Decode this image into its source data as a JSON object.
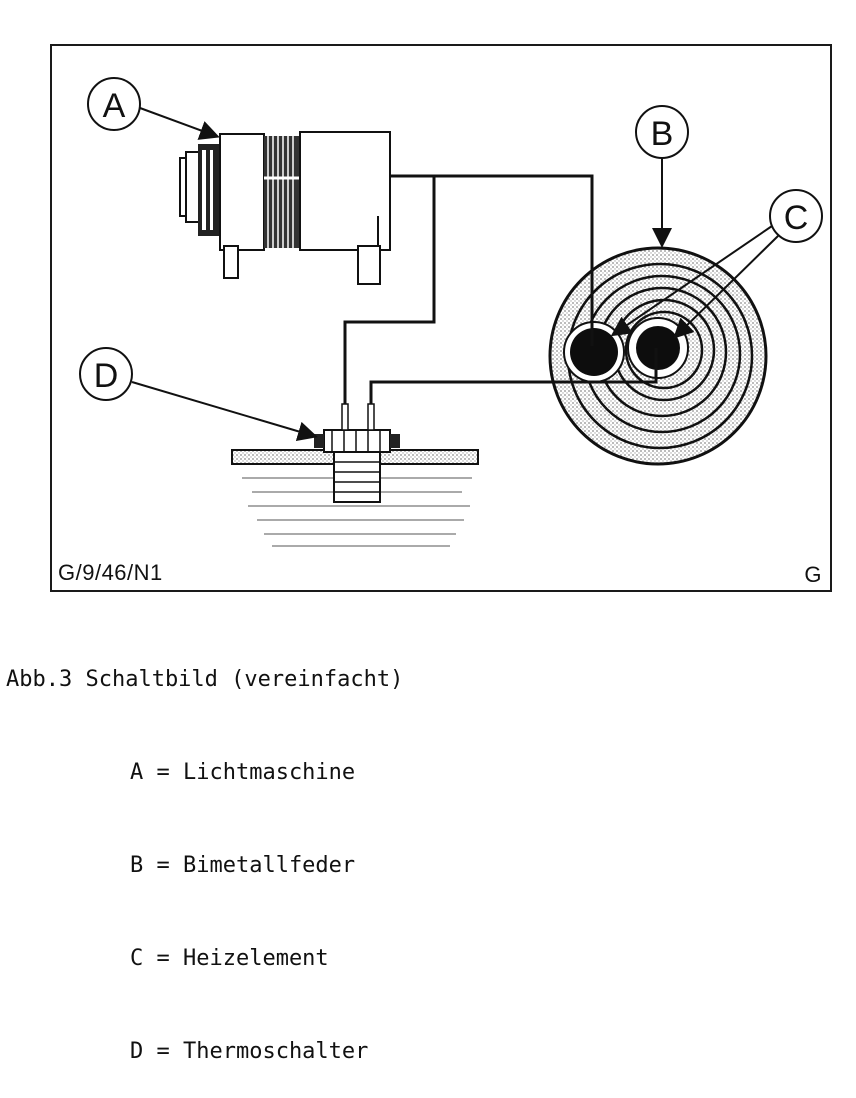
{
  "figure": {
    "callouts": [
      "A",
      "B",
      "C",
      "D"
    ],
    "code_left": "G/9/46/N1",
    "code_right": "G"
  },
  "caption": {
    "title": "Abb.3 Schaltbild (vereinfacht)",
    "legend": [
      "A = Lichtmaschine",
      "B = Bimetallfeder",
      "C = Heizelement",
      "D = Thermoschalter"
    ]
  },
  "colors": {
    "ink": "#111111",
    "paper": "#ffffff",
    "stipple": "#bdbdbd"
  },
  "components": {
    "generator_icon": "generator-icon",
    "bimetal_coil_icon": "bimetal-spring-icon",
    "heating_element_icon": "heating-element-icon",
    "thermo_switch_icon": "thermo-switch-icon"
  }
}
